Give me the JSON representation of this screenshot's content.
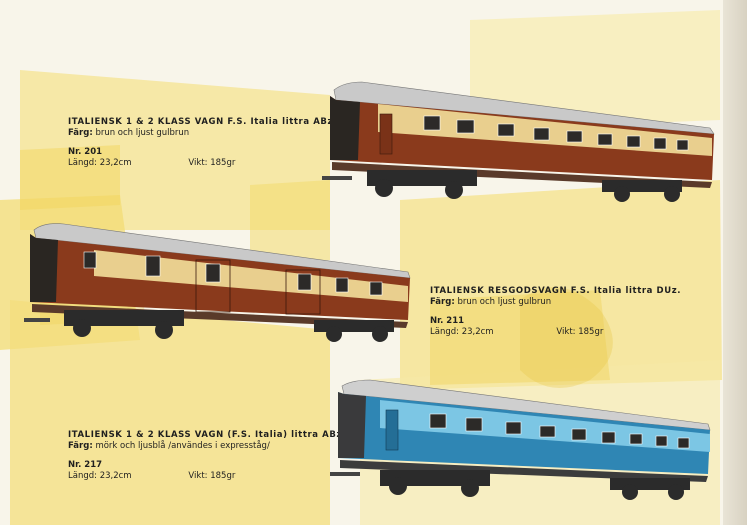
{
  "items": [
    {
      "title": "ITALIENSK 1 & 2 KLASS VAGN F.S. Italia littra ABz.",
      "color_label": "Färg:",
      "color_value": "brun och ljust gulbrun",
      "nr_label": "Nr.",
      "nr": "201",
      "length_label": "Längd:",
      "length": "23,2cm",
      "weight_label": "Vikt:",
      "weight": "185gr",
      "car_color": "#8a3a1c",
      "band_color": "#e9cf8e"
    },
    {
      "title": "ITALIENSK RESGODSVAGN F.S. Italia littra DUz.",
      "color_label": "Färg:",
      "color_value": "brun och ljust gulbrun",
      "nr_label": "Nr.",
      "nr": "211",
      "length_label": "Längd:",
      "length": "23,2cm",
      "weight_label": "Vikt:",
      "weight": "185gr",
      "car_color": "#8a3a1c",
      "band_color": "#e9cf8e"
    },
    {
      "title": "ITALIENSK 1 & 2 KLASS VAGN (F.S. Italia) littra ABz",
      "color_label": "Färg:",
      "color_value": "mörk och ljusblå /användes i expresståg/",
      "nr_label": "Nr.",
      "nr": "217",
      "length_label": "Längd:",
      "length": "23,2cm",
      "weight_label": "Vikt:",
      "weight": "185gr",
      "car_color": "#2f86b4",
      "band_color": "#7cc6e4"
    }
  ]
}
